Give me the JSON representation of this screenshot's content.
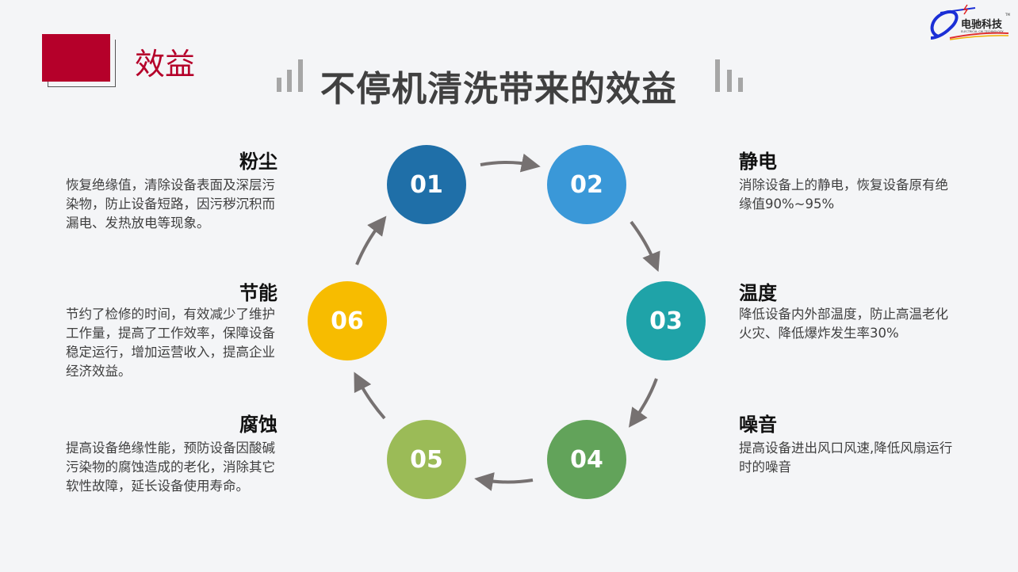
{
  "section_label": "效益",
  "title": "不停机清洗带来的效益",
  "logo": {
    "text": "电驰科技",
    "subtext": "ELECTRICAL CHI TECHNOLOGY",
    "tm": "TM"
  },
  "colors": {
    "accent": "#b5002a",
    "c01": "#1f6fa8",
    "c02": "#3a98d8",
    "c03": "#1fa3a8",
    "c04": "#62a35a",
    "c05": "#9bbb57",
    "c06": "#f7bc00"
  },
  "steps": [
    {
      "num": "01",
      "heading": "粉尘",
      "text": "恢复绝缘值，清除设备表面及深层污染物，防止设备短路，因污秽沉积而漏电、发热放电等现象。"
    },
    {
      "num": "02",
      "heading": "静电",
      "text": "消除设备上的静电，恢复设备原有绝缘值90%~95%"
    },
    {
      "num": "03",
      "heading": "温度",
      "text": "降低设备内外部温度，防止高温老化火灾、降低爆炸发生率30%"
    },
    {
      "num": "04",
      "heading": "噪音",
      "text": "提高设备进出风口风速,降低风扇运行时的噪音"
    },
    {
      "num": "05",
      "heading": "腐蚀",
      "text": "提高设备绝缘性能，预防设备因酸碱污染物的腐蚀造成的老化，消除其它软性故障，延长设备使用寿命。"
    },
    {
      "num": "06",
      "heading": "节能",
      "text": "节约了检修的时间，有效减少了维护工作量，提高了工作效率，保障设备稳定运行，增加运营收入，提高企业经济效益。"
    }
  ]
}
